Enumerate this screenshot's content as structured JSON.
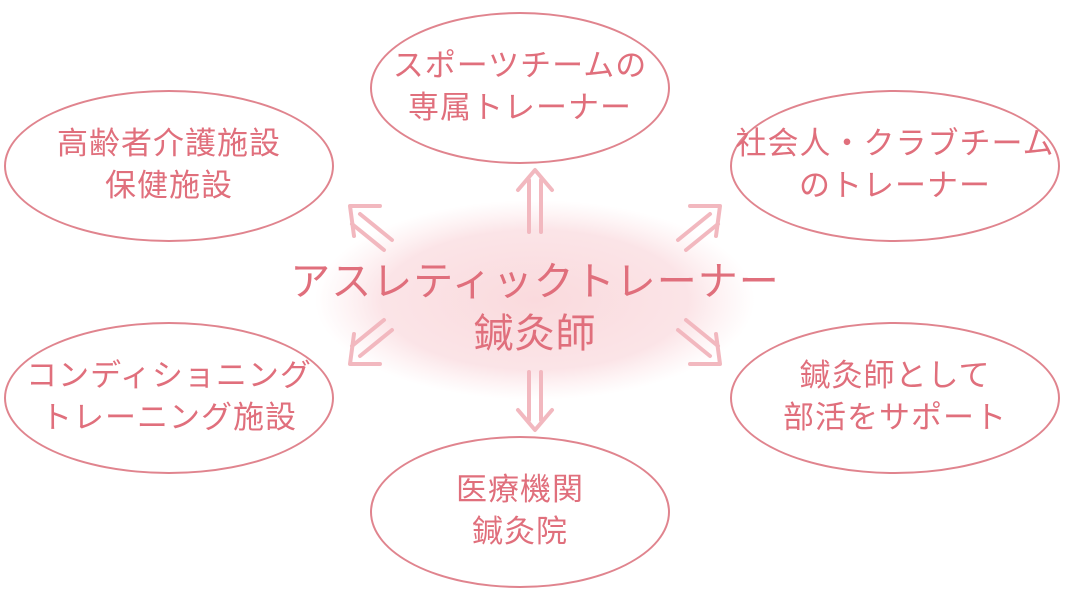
{
  "colors": {
    "text": "#e06f7c",
    "border": "#e0848e",
    "center_glow": "#fadadd",
    "arrow": "#f2b8bf"
  },
  "center": {
    "line1": "アスレティックトレーナー",
    "line2": "鍼灸師"
  },
  "nodes": {
    "top": {
      "line1": "スポーツチームの",
      "line2": "専属トレーナー"
    },
    "top_left": {
      "line1": "高齢者介護施設",
      "line2": "保健施設"
    },
    "top_right": {
      "line1": "社会人・クラブチーム",
      "line2": "のトレーナー"
    },
    "bottom_left": {
      "line1": "コンディショニング",
      "line2": "トレーニング施設"
    },
    "bottom_right": {
      "line1": "鍼灸師として",
      "line2": "部活をサポート"
    },
    "bottom": {
      "line1": "医療機関",
      "line2": "鍼灸院"
    }
  }
}
